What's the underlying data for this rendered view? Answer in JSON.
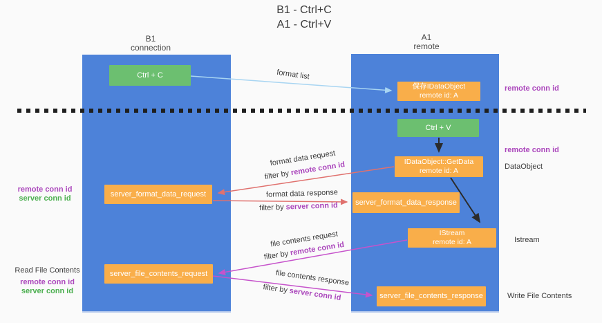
{
  "title": {
    "line1": "B1 - Ctrl+C",
    "line2": "A1 - Ctrl+V"
  },
  "columns": {
    "left": {
      "header_line1": "B1",
      "header_line2": "connection"
    },
    "right": {
      "header_line1": "A1",
      "header_line2": "remote"
    }
  },
  "nodes": {
    "ctrl_c": "Ctrl + C",
    "ctrl_v": "Ctrl + V",
    "save_idataobject_line1": "保存IDataObject",
    "save_idataobject_line2": "remote id: A",
    "getdata_line1": "IDataObject::GetData",
    "getdata_line2": "remote id: A",
    "istream_line1": "IStream",
    "istream_line2": "remote id: A",
    "format_request": "server_format_data_request",
    "format_response": "server_format_data_response",
    "file_request": "server_file_contents_request",
    "file_response": "server_file_contents_response"
  },
  "labels": {
    "format_list": "format list",
    "format_data_request": "format data request",
    "format_data_response": "format data response",
    "file_contents_request": "file contents request",
    "file_contents_response": "file contents response",
    "filter_by": "filter by",
    "remote_conn_id": "remote conn id",
    "server_conn_id": "server conn id",
    "dataobject": "DataObject",
    "istream": "Istream",
    "write_file_contents": "Write File Contents",
    "read_file_contents": "Read File Contents"
  },
  "colors": {
    "background": "#fafafa",
    "column_blue": "#4d82d9",
    "box_green": "#6cbf70",
    "box_orange": "#f9ae4a",
    "text_purple": "#ab47bc",
    "text_green": "#4caf50",
    "arrow_light_blue": "#a8d5f2",
    "arrow_red": "#e0716e",
    "arrow_magenta": "#c653cb",
    "arrow_black": "#2b2b2b",
    "dashed_line": "#1f1f1f"
  }
}
